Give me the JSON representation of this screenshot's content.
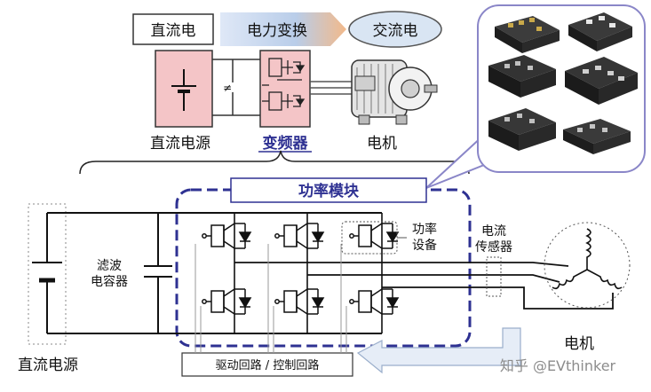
{
  "top": {
    "dc_label": "直流电",
    "conversion_label": "电力变换",
    "ac_label": "交流电",
    "dc_source_label": "直流电源",
    "inverter_label": "变频器",
    "motor_label": "电机",
    "capacitor_symbol": "≠"
  },
  "bottom": {
    "power_module_title": "功率模块",
    "filter_cap_label_1": "滤波",
    "filter_cap_label_2": "电容器",
    "power_device_label_1": "功率",
    "power_device_label_2": "设备",
    "current_sensor_label_1": "电流",
    "current_sensor_label_2": "传感器",
    "dc_source_label": "直流电源",
    "motor_label": "电机",
    "driver_label": "驱动回路 / 控制回路"
  },
  "watermark": "知乎 @EVthinker",
  "colors": {
    "dashed_frame": "#2e3192",
    "title_text": "#2e3192",
    "inverter_underline": "#2e3192",
    "pink_fill": "#f4c5c7",
    "arrow_fill": "#c8d8ee",
    "ac_ellipse": "#d9e5f3",
    "callout_border": "#8a86c8"
  }
}
